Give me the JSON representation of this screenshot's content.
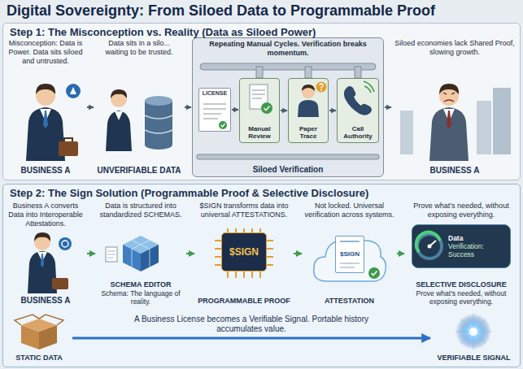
{
  "diagram": {
    "title": "Digital Sovereignty: From Siloed Data to Programmable Proof",
    "nodes": [
      {
        "text": [
          "Step 1: The Misconception vs. Reality (Data as Siloed Power)"
        ]
      },
      {
        "text": [
          "Misconception: Data is Power. Data sits siloed and untrusted.",
          "BUSINESS A"
        ],
        "in": 0
      },
      {
        "text": [
          "Data sits in a silo... waiting to be trusted.",
          "UNVERIFIABLE DATA"
        ],
        "in": 0
      },
      {
        "text": [
          "Repeating Manual Cycles. Verification breaks momentum.",
          "Siloed Verification"
        ],
        "in": 0
      },
      {
        "text": [
          "LICENSE"
        ],
        "in": 3
      },
      {
        "text": [
          "Manual Review"
        ],
        "in": 3
      },
      {
        "text": [
          "Paper Trace"
        ],
        "in": 3
      },
      {
        "text": [
          "Call Authority"
        ],
        "in": 3
      },
      {
        "text": [
          "Siloed economies lack Shared Proof, slowing growth.",
          "BUSINESS A"
        ],
        "in": 0
      },
      {
        "text": [
          "Step 2: The Sign Solution (Programmable Proof & Selective Disclosure)"
        ]
      },
      {
        "text": [
          "Business A converts Data into Interoperable Attestations.",
          "BUSINESS A"
        ],
        "in": 9
      },
      {
        "text": [
          "Data is structured into standardized SCHEMAS.",
          "SCHEMA EDITOR",
          "Schema: The language of reality."
        ],
        "in": 9
      },
      {
        "text": [
          "$SIGN transforms data into universal ATTESTATIONS.",
          "PROGRAMMABLE PROOF"
        ],
        "in": 9
      },
      {
        "text": [
          "$SIGN"
        ],
        "in": 12
      },
      {
        "text": [
          "Not locked. Universal verification across systems.",
          "ATTESTATION"
        ],
        "in": 9
      },
      {
        "text": [
          "$SIGN"
        ],
        "in": 14
      },
      {
        "text": [
          "Prove what's needed, without exposing everything.",
          "SELECTIVE DISCLOSURE",
          "Prove what's needed, without exposing everything."
        ],
        "in": 9
      },
      {
        "text": [
          "Data",
          "Verification: Success"
        ],
        "in": 16
      },
      {
        "text": [
          "STATIC DATA"
        ],
        "in": 9
      },
      {
        "text": [
          "VERIFIABLE SIGNAL"
        ],
        "in": 9
      }
    ],
    "edges": [
      {
        "from": 1,
        "to": 2,
        "arrow": "to"
      },
      {
        "from": 2,
        "to": 3,
        "arrow": "to"
      },
      {
        "from": 3,
        "to": 8,
        "arrow": "to"
      },
      {
        "from": 4,
        "to": 5,
        "arrow": "to"
      },
      {
        "from": 5,
        "to": 6,
        "arrow": "to"
      },
      {
        "from": 6,
        "to": 7,
        "arrow": "to"
      },
      {
        "from": 10,
        "to": 11,
        "arrow": "to"
      },
      {
        "from": 11,
        "to": 12,
        "arrow": "to"
      },
      {
        "from": 12,
        "to": 14,
        "arrow": "to"
      },
      {
        "from": 14,
        "to": 16,
        "arrow": "to"
      },
      {
        "from": 18,
        "to": 19,
        "label": "A Business License becomes a Verifiable Signal. Portable history accumulates value.",
        "arrow": "to"
      }
    ]
  }
}
